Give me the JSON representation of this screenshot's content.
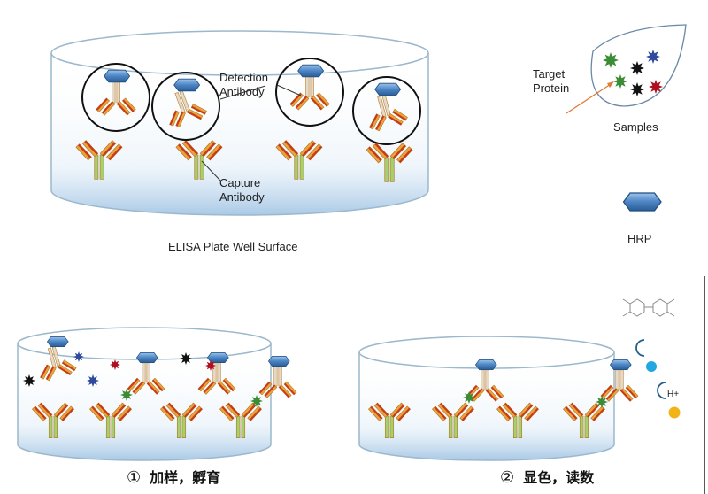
{
  "labels": {
    "detection": "Detection\nAntibody",
    "capture": "Capture\nAntibody",
    "plate": "ELISA Plate Well Surface",
    "target": "Target\nProtein",
    "samples": "Samples",
    "hrp": "HRP",
    "hplus": "H+"
  },
  "steps": [
    {
      "num": "①",
      "text": "加样，孵育"
    },
    {
      "num": "②",
      "text": "显色，读数"
    }
  ],
  "colors": {
    "antibody_orange": "#e8a33a",
    "antibody_red": "#c83a1a",
    "antibody_green": "#a7cf6d",
    "hrp_blue": "#4b84c4",
    "well_outline": "#9bb8cc",
    "well_fill": "#d6e8f5",
    "sample_red": "#b0101d",
    "sample_green": "#3c8c35",
    "sample_blue": "#2d4a9e",
    "substrate_dot": "#22a7e0",
    "product_dot": "#f2b319"
  },
  "icons": [
    "hrp-icon",
    "target-protein-icon",
    "detection-antibody-icon",
    "capture-antibody-icon",
    "substrate-molecule-icon"
  ]
}
